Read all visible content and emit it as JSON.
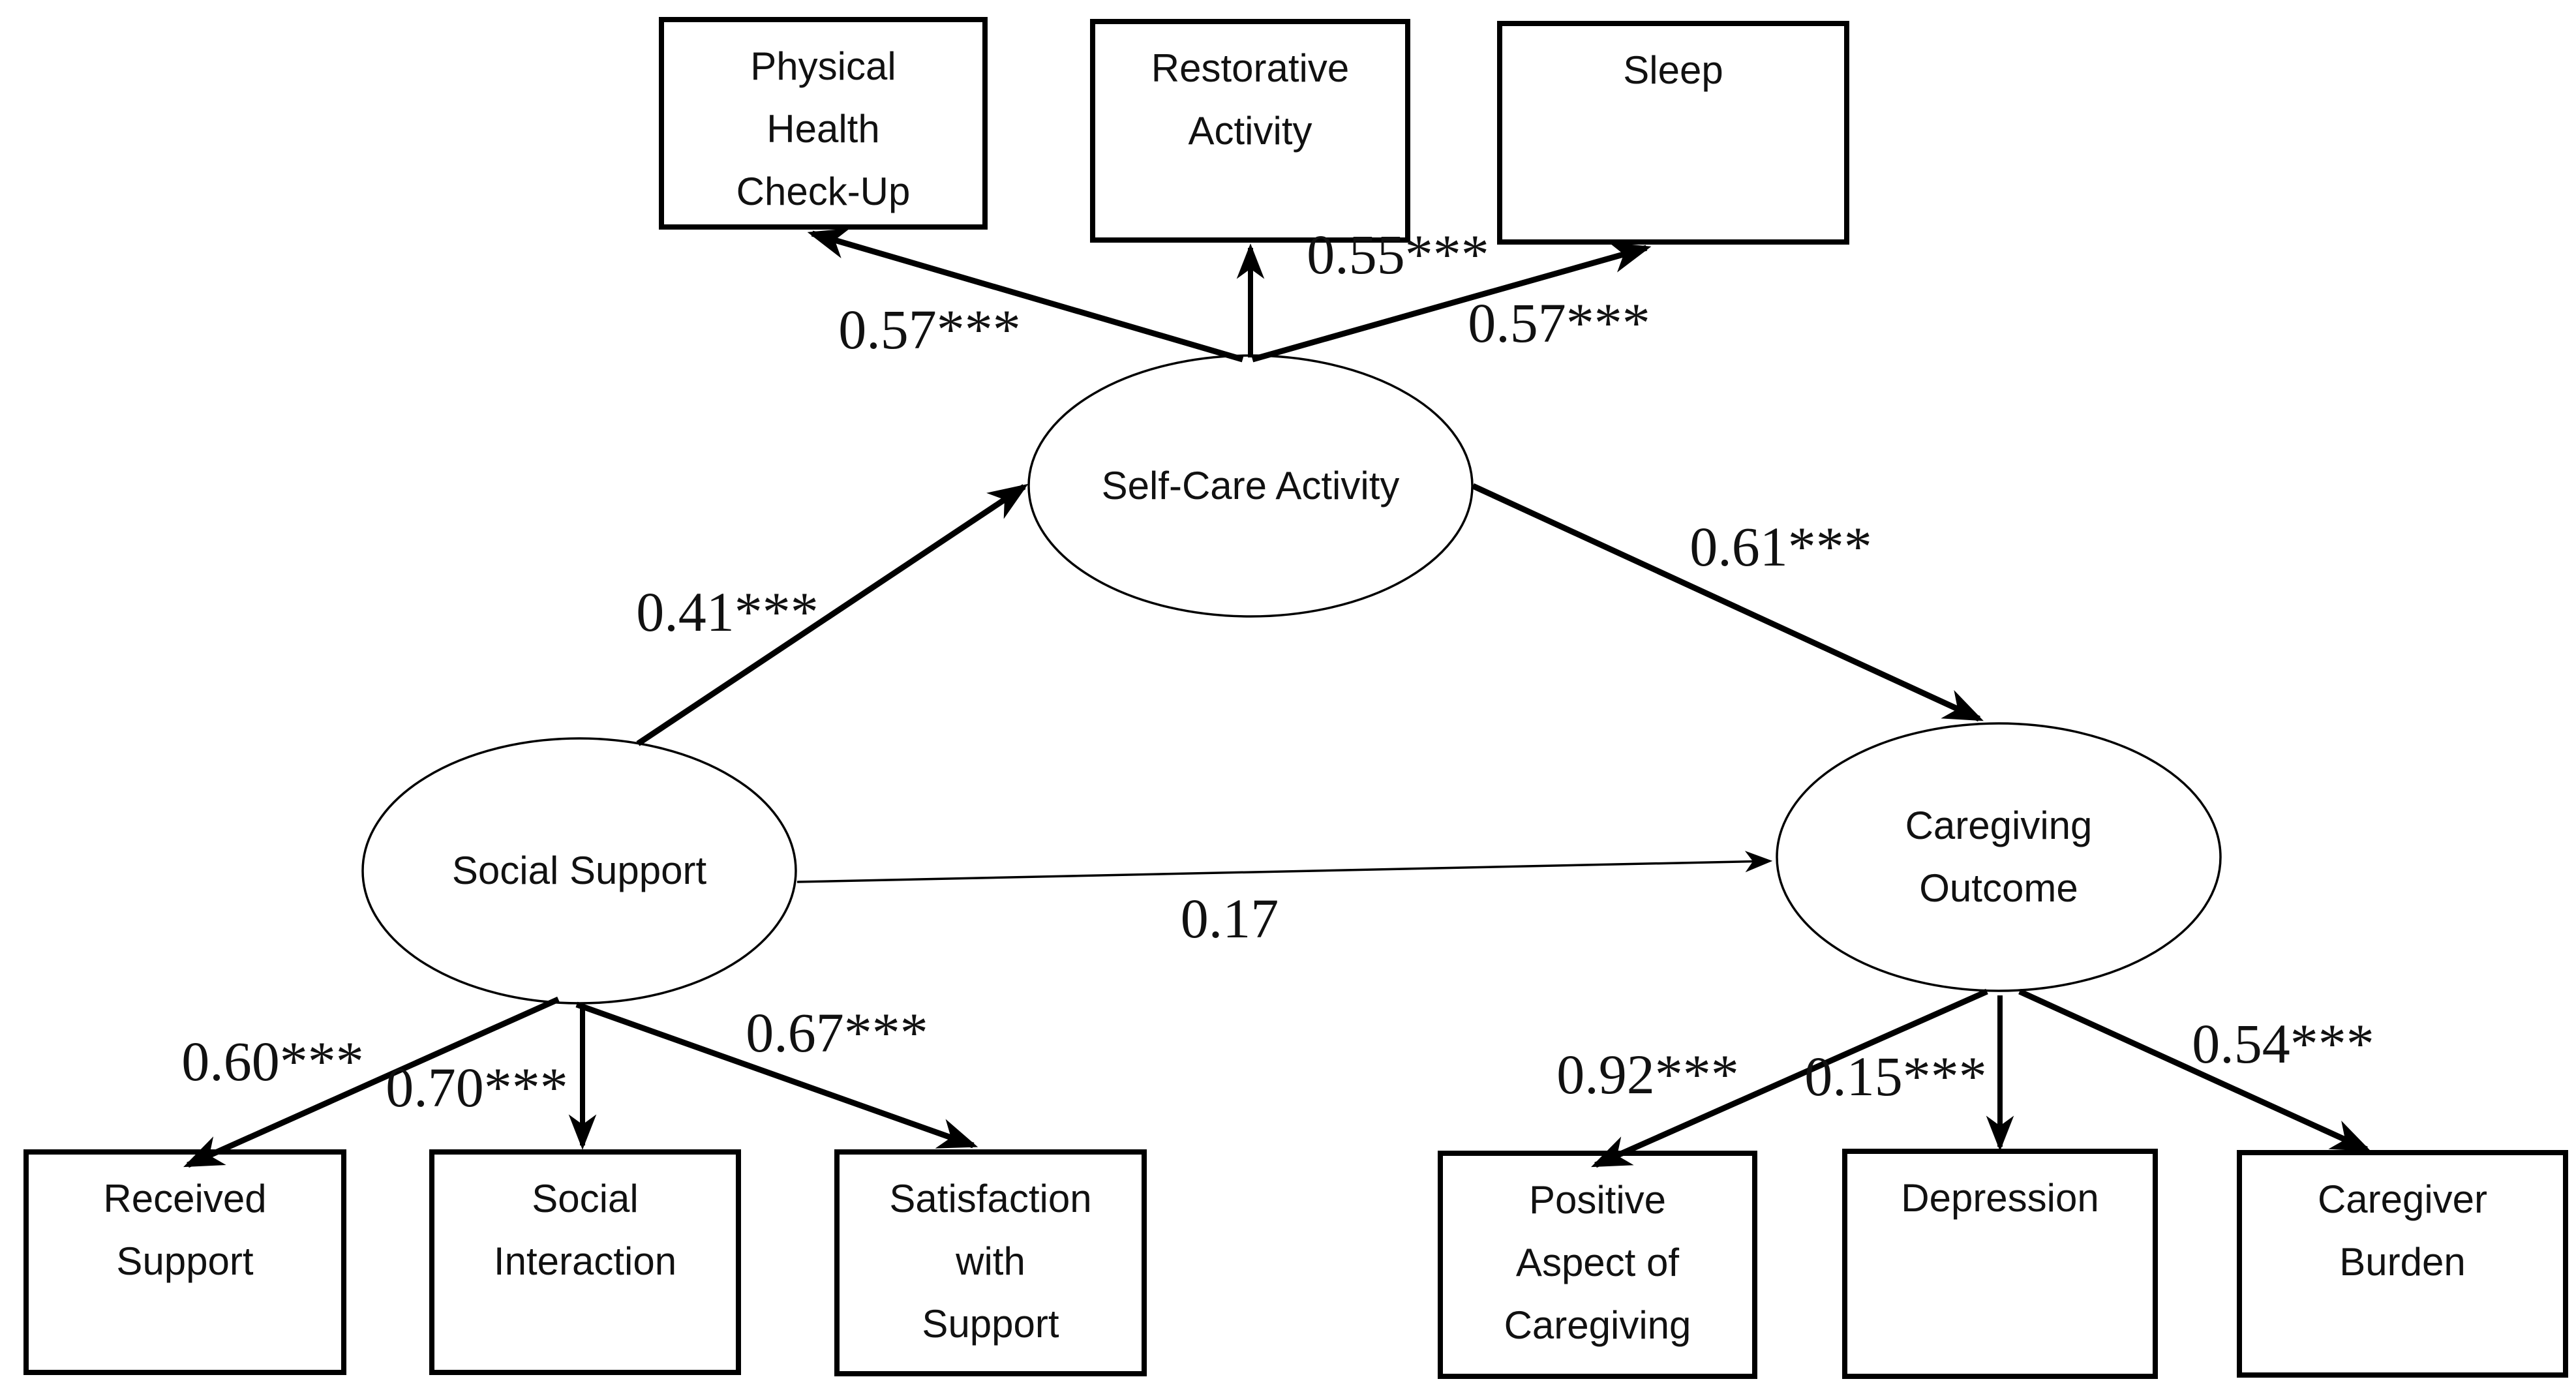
{
  "figure": {
    "type": "structural-equation-model-path-diagram",
    "colors": {
      "line": "#000000",
      "text": "#111111",
      "background": "#ffffff"
    },
    "latents": [
      {
        "id": "self-care-activity",
        "label": "Self-Care Activity"
      },
      {
        "id": "social-support",
        "label": "Social Support"
      },
      {
        "id": "caregiving-outcome",
        "label": "Caregiving\nOutcome"
      }
    ],
    "indicators": [
      {
        "id": "physical-health-check-up",
        "label": "Physical\nHealth\nCheck-Up"
      },
      {
        "id": "restorative-activity",
        "label": "Restorative\nActivity"
      },
      {
        "id": "sleep",
        "label": "Sleep"
      },
      {
        "id": "received-support",
        "label": "Received\nSupport"
      },
      {
        "id": "social-interaction",
        "label": "Social\nInteraction"
      },
      {
        "id": "satisfaction-with-support",
        "label": "Satisfaction\nwith\nSupport"
      },
      {
        "id": "positive-aspect-of-caregiving",
        "label": "Positive\nAspect of\nCaregiving"
      },
      {
        "id": "depression",
        "label": "Depression"
      },
      {
        "id": "caregiver-burden",
        "label": "Caregiver\nBurden"
      }
    ],
    "paths": [
      {
        "from": "Self-Care Activity",
        "to": "Physical Health Check-Up",
        "coefficient": "0.57***"
      },
      {
        "from": "Self-Care Activity",
        "to": "Restorative Activity",
        "coefficient": "0.55***"
      },
      {
        "from": "Self-Care Activity",
        "to": "Sleep",
        "coefficient": "0.57***"
      },
      {
        "from": "Social Support",
        "to": "Self-Care Activity",
        "coefficient": "0.41***"
      },
      {
        "from": "Self-Care Activity",
        "to": "Caregiving Outcome",
        "coefficient": "0.61***"
      },
      {
        "from": "Social Support",
        "to": "Caregiving Outcome",
        "coefficient": "0.17"
      },
      {
        "from": "Social Support",
        "to": "Received Support",
        "coefficient": "0.60***"
      },
      {
        "from": "Social Support",
        "to": "Social Interaction",
        "coefficient": "0.70***"
      },
      {
        "from": "Social Support",
        "to": "Satisfaction with Support",
        "coefficient": "0.67***"
      },
      {
        "from": "Caregiving Outcome",
        "to": "Positive Aspect of Caregiving",
        "coefficient": "0.92***"
      },
      {
        "from": "Caregiving Outcome",
        "to": "Depression",
        "coefficient": "0.15***"
      },
      {
        "from": "Caregiving Outcome",
        "to": "Caregiver Burden",
        "coefficient": "0.54***"
      }
    ]
  }
}
